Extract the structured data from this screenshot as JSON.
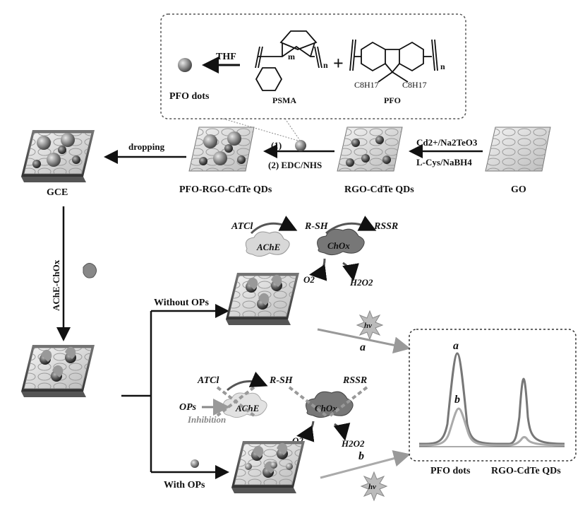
{
  "inset": {
    "thf": "THF",
    "pfo_dots": "PFO dots",
    "psma": "PSMA",
    "pfo": "PFO",
    "m": "m",
    "n1": "n",
    "n2": "n",
    "plus": "+",
    "c8h17_left": "C8H17",
    "c8h17_right": "C8H17"
  },
  "top_row": {
    "gce": "GCE",
    "dropping": "dropping",
    "step1": "(1)",
    "step2": "(2) EDC/NHS",
    "pfo_rgo": "PFO-RGO-CdTe QDs",
    "rgo_cdte": "RGO-CdTe QDs",
    "go": "GO",
    "reagent1": "Cd2+/Na2TeO3",
    "reagent2": "L-Cys/NaBH4"
  },
  "side": {
    "ache_chox": "AChE-ChOx"
  },
  "reaction_top": {
    "atcl": "ATCl",
    "rsh": "R-SH",
    "rssr": "RSSR",
    "ache": "AChE",
    "chox": "ChOx",
    "o2": "O2",
    "h2o2": "H2O2"
  },
  "branches": {
    "without": "Without OPs",
    "with": "With OPs",
    "hv1": "hv",
    "hv2": "hv",
    "a": "a",
    "b": "b"
  },
  "reaction_bottom": {
    "atcl": "ATCl",
    "rsh": "R-SH",
    "rssr": "RSSR",
    "ache": "AChE",
    "chox": "ChOx",
    "o2": "O2",
    "h2o2": "H2O2",
    "ops": "OPs",
    "inhibition": "Inhibition"
  },
  "spectrum": {
    "peak_a": "a",
    "peak_b": "b",
    "label_pfo": "PFO dots",
    "label_rgo": "RGO-CdTe QDs"
  }
}
